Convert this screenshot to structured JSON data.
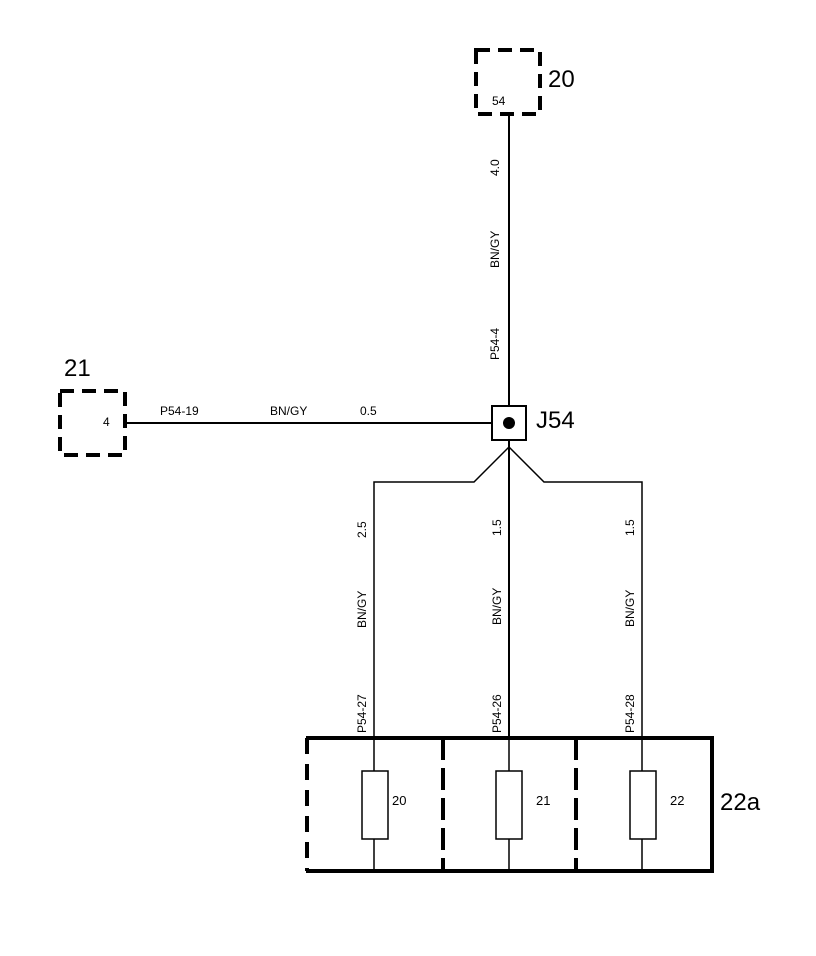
{
  "components": {
    "c20": {
      "ref": "20",
      "pin": "54"
    },
    "c21": {
      "ref": "21",
      "pin": "4"
    },
    "splice": {
      "ref": "J54"
    },
    "fusebox": {
      "ref": "22a",
      "fuses": [
        "20",
        "21",
        "22"
      ]
    }
  },
  "wires": {
    "top": {
      "size": "4.0",
      "color": "BN/GY",
      "pin": "P54-4"
    },
    "left": {
      "size": "0.5",
      "color": "BN/GY",
      "pin": "P54-19"
    },
    "f20": {
      "size": "2.5",
      "color": "BN/GY",
      "pin": "P54-27"
    },
    "f21": {
      "size": "1.5",
      "color": "BN/GY",
      "pin": "P54-26"
    },
    "f22": {
      "size": "1.5",
      "color": "BN/GY",
      "pin": "P54-28"
    }
  }
}
